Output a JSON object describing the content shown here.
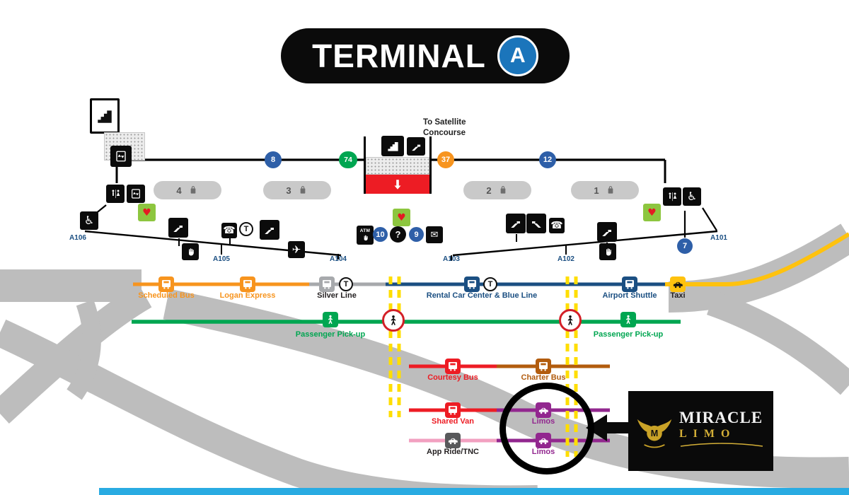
{
  "header": {
    "title": "TERMINAL",
    "letter": "A"
  },
  "notes": {
    "satellite_line1": "To Satellite",
    "satellite_line2": "Concourse"
  },
  "doors": {
    "a106": "A106",
    "a105": "A105",
    "a104": "A104",
    "a103": "A103",
    "a102": "A102",
    "a101": "A101"
  },
  "circles": {
    "c8": "8",
    "c74": "74",
    "c37": "37",
    "c12": "12",
    "c10": "10",
    "c9": "9",
    "c7": "7"
  },
  "baggage": [
    "4",
    "3",
    "2",
    "1"
  ],
  "icons": {
    "accessibility": "♿",
    "phone": "☎",
    "mail": "✉",
    "plane": "✈",
    "heart": "♥",
    "question": "?",
    "atm": "ATM",
    "t_logo": "T"
  },
  "stops": {
    "scheduled_bus": "Scheduled Bus",
    "logan_express": "Logan Express",
    "silver_line": "Silver Line",
    "rental_car_blue_line": "Rental Car Center & Blue Line",
    "airport_shuttle": "Airport Shuttle",
    "taxi": "Taxi",
    "passenger_pickup_left": "Passenger Pick-up",
    "passenger_pickup_right": "Passenger Pick-up",
    "courtesy_bus": "Courtesy Bus",
    "charter_bus": "Charter Bus",
    "shared_van": "Shared Van",
    "limos_upper": "Limos",
    "app_ride_tnc": "App Ride/TNC",
    "limos_lower": "Limos"
  },
  "ad": {
    "monogram": "M",
    "name_top": "MIRACLE",
    "name_bottom": "LIMO"
  },
  "colors": {
    "orange": "#F7941E",
    "silver": "#A7A9AC",
    "navy": "#1B4F82",
    "taxi_yellow": "#FFC20E",
    "green": "#00A651",
    "red": "#ED1C24",
    "brown": "#B25C0E",
    "purple": "#92278F",
    "pink": "#F2A0C0",
    "crosswalk_yellow": "#FFDE00",
    "circle_blue": "#2E5FA8",
    "road_gray": "#BDBDBD",
    "gold": "#D4AF37",
    "bottom_bar_blue": "#29ABE2",
    "badge_blue": "#1B75BB"
  }
}
